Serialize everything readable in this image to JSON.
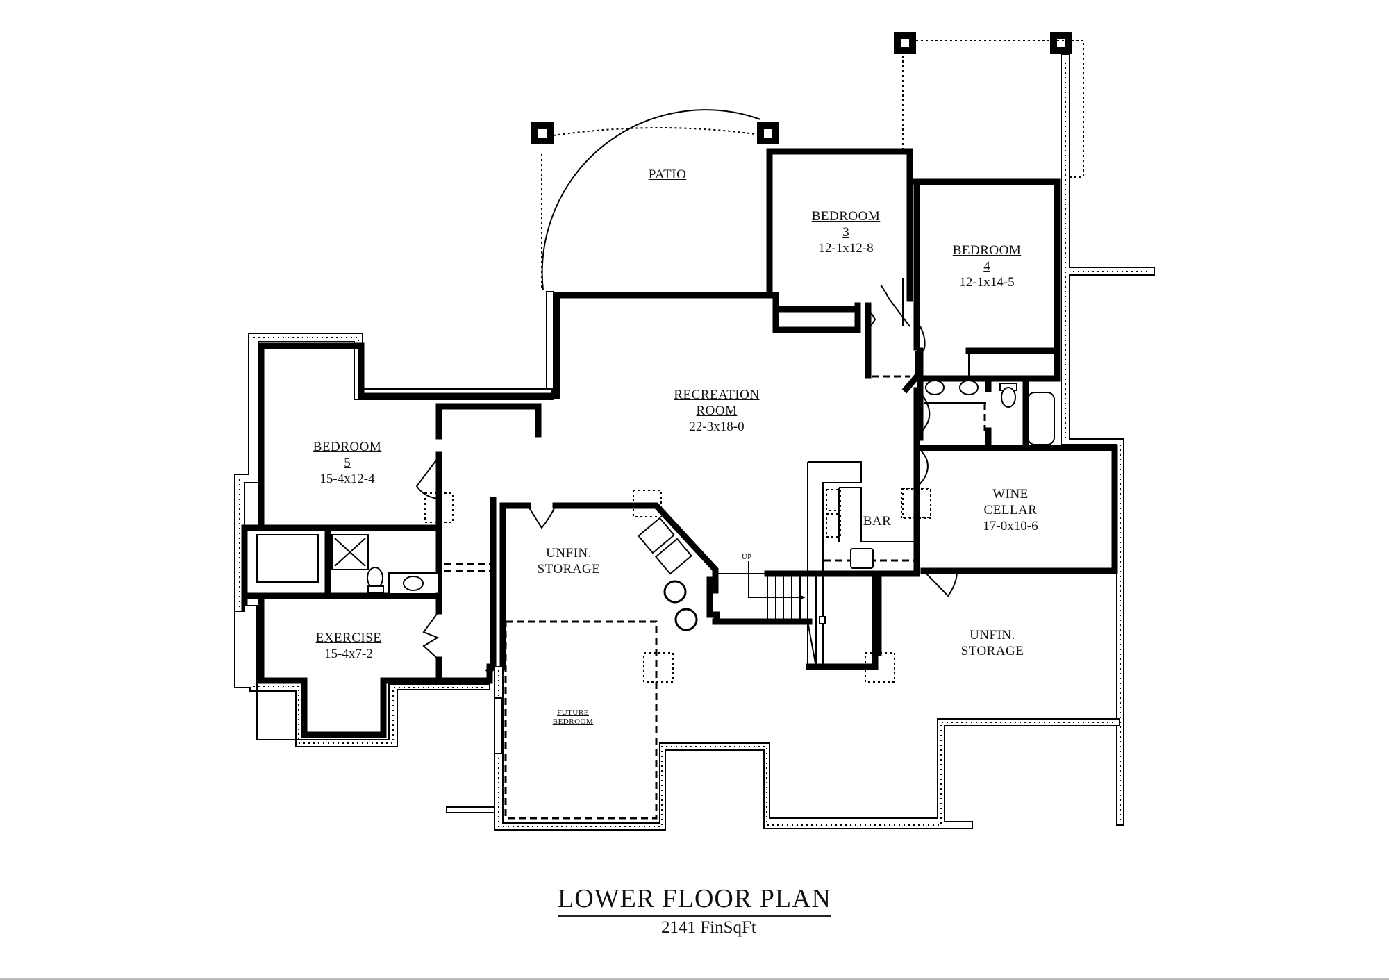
{
  "plan": {
    "title": "LOWER FLOOR PLAN",
    "subtitle": "2141 FinSqFt",
    "stair_label": "UP"
  },
  "rooms": [
    {
      "id": "patio",
      "name": "PATIO",
      "number": "",
      "dimensions": ""
    },
    {
      "id": "bedroom-3",
      "name": "BEDROOM",
      "number": "3",
      "dimensions": "12-1x12-8"
    },
    {
      "id": "bedroom-4",
      "name": "BEDROOM",
      "number": "4",
      "dimensions": "12-1x14-5"
    },
    {
      "id": "recreation-room",
      "name": "RECREATION",
      "name2": "ROOM",
      "dimensions": "22-3x18-0"
    },
    {
      "id": "bedroom-5",
      "name": "BEDROOM",
      "number": "5",
      "dimensions": "15-4x12-4"
    },
    {
      "id": "wine-cellar",
      "name": "WINE",
      "name2": "CELLAR",
      "dimensions": "17-0x10-6"
    },
    {
      "id": "bar",
      "name": "BAR"
    },
    {
      "id": "unfin-storage-left",
      "name": "UNFIN.",
      "name2": "STORAGE"
    },
    {
      "id": "exercise",
      "name": "EXERCISE",
      "dimensions": "15-4x7-2"
    },
    {
      "id": "unfin-storage-right",
      "name": "UNFIN.",
      "name2": "STORAGE"
    },
    {
      "id": "future-bedroom",
      "name": "FUTURE",
      "name2": "BEDROOM"
    }
  ],
  "colors": {
    "wall": "#000000",
    "background": "#ffffff",
    "text": "#111111",
    "bottom_rule": "#bdbdbd"
  }
}
